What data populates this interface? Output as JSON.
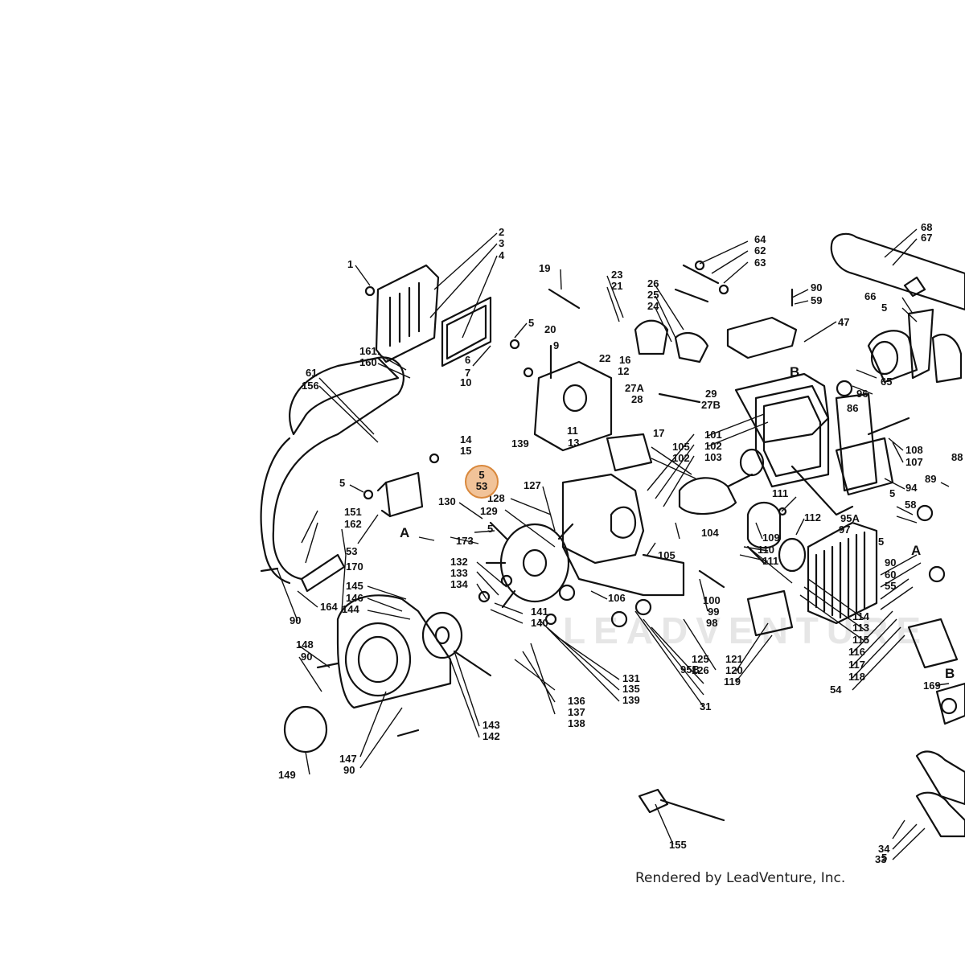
{
  "credit": "Rendered by LeadVenture, Inc.",
  "watermark": "LEADVENTURE",
  "highlight": {
    "line1": "5",
    "line2": "53",
    "color": "#e69146"
  },
  "section_marks": [
    "A",
    "A",
    "B",
    "B"
  ],
  "part_labels": [
    "1",
    "2",
    "3",
    "4",
    "5",
    "6",
    "7",
    "9",
    "10",
    "11",
    "12",
    "13",
    "14",
    "15",
    "16",
    "17",
    "19",
    "20",
    "21",
    "22",
    "23",
    "24",
    "25",
    "26",
    "27A",
    "27B",
    "28",
    "29",
    "31",
    "33",
    "34",
    "47",
    "53",
    "54",
    "55",
    "58",
    "59",
    "60",
    "61",
    "62",
    "63",
    "64",
    "65",
    "66",
    "67",
    "68",
    "86",
    "88",
    "89",
    "90",
    "94",
    "95A",
    "95B",
    "96",
    "97",
    "98",
    "99",
    "100",
    "101",
    "102",
    "103",
    "104",
    "105",
    "106",
    "107",
    "108",
    "109",
    "110",
    "111",
    "112",
    "113",
    "114",
    "115",
    "116",
    "117",
    "118",
    "119",
    "120",
    "121",
    "125",
    "126",
    "127",
    "128",
    "129",
    "130",
    "131",
    "132",
    "133",
    "134",
    "135",
    "136",
    "137",
    "138",
    "139",
    "140",
    "141",
    "142",
    "143",
    "144",
    "145",
    "146",
    "147",
    "148",
    "149",
    "151",
    "155",
    "156",
    "160",
    "161",
    "162",
    "164",
    "169",
    "170",
    "173"
  ]
}
